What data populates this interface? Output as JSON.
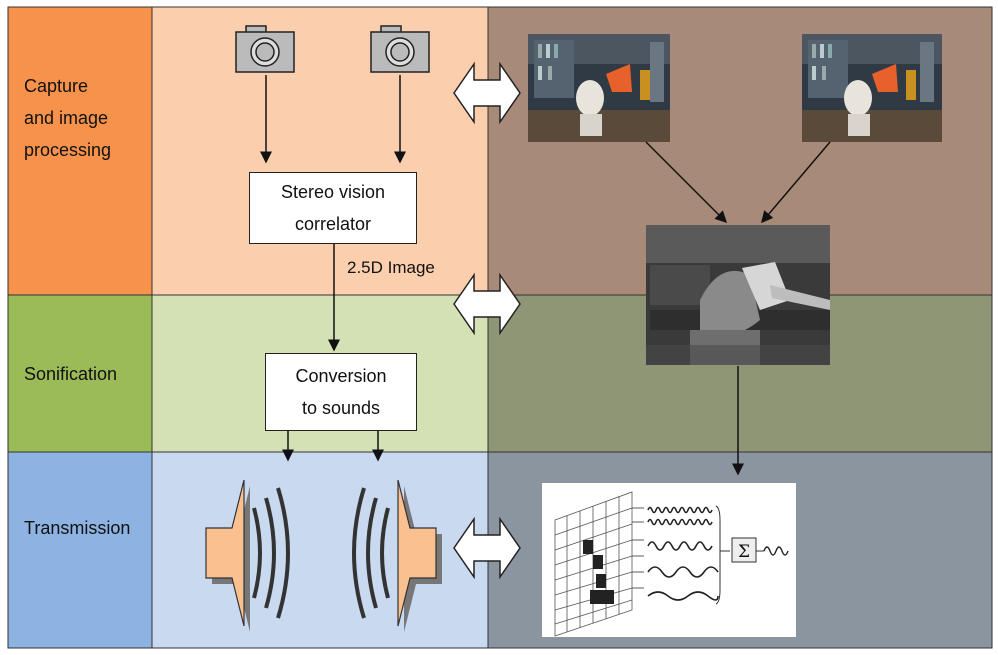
{
  "colors": {
    "capture_label": "#F7924C",
    "capture_left": "#FBCFAE",
    "capture_right": "#A88A78",
    "sonif_label": "#9BBB59",
    "sonif_left": "#D4E1B5",
    "sonif_right": "#8E9676",
    "trans_label": "#8DB3E2",
    "trans_left": "#C8D9F0",
    "trans_right": "#8B95A0",
    "speaker_fill": "#FAC090"
  },
  "rows": {
    "capture": "Capture\nand image\nprocessing",
    "sonification": "Sonification",
    "transmission": "Transmission"
  },
  "boxes": {
    "stereo": "Stereo vision\ncorrelator",
    "conversion": "Conversion\nto sounds"
  },
  "annotations": {
    "image_25d": "2.5D Image"
  },
  "icons": {
    "camera_left": "camera-icon",
    "camera_right": "camera-icon",
    "speaker_left": "speaker-icon",
    "speaker_right": "speaker-icon",
    "double_arrow": "double-arrow-icon",
    "sum": "summation-icon"
  },
  "sum_symbol": "Σ"
}
